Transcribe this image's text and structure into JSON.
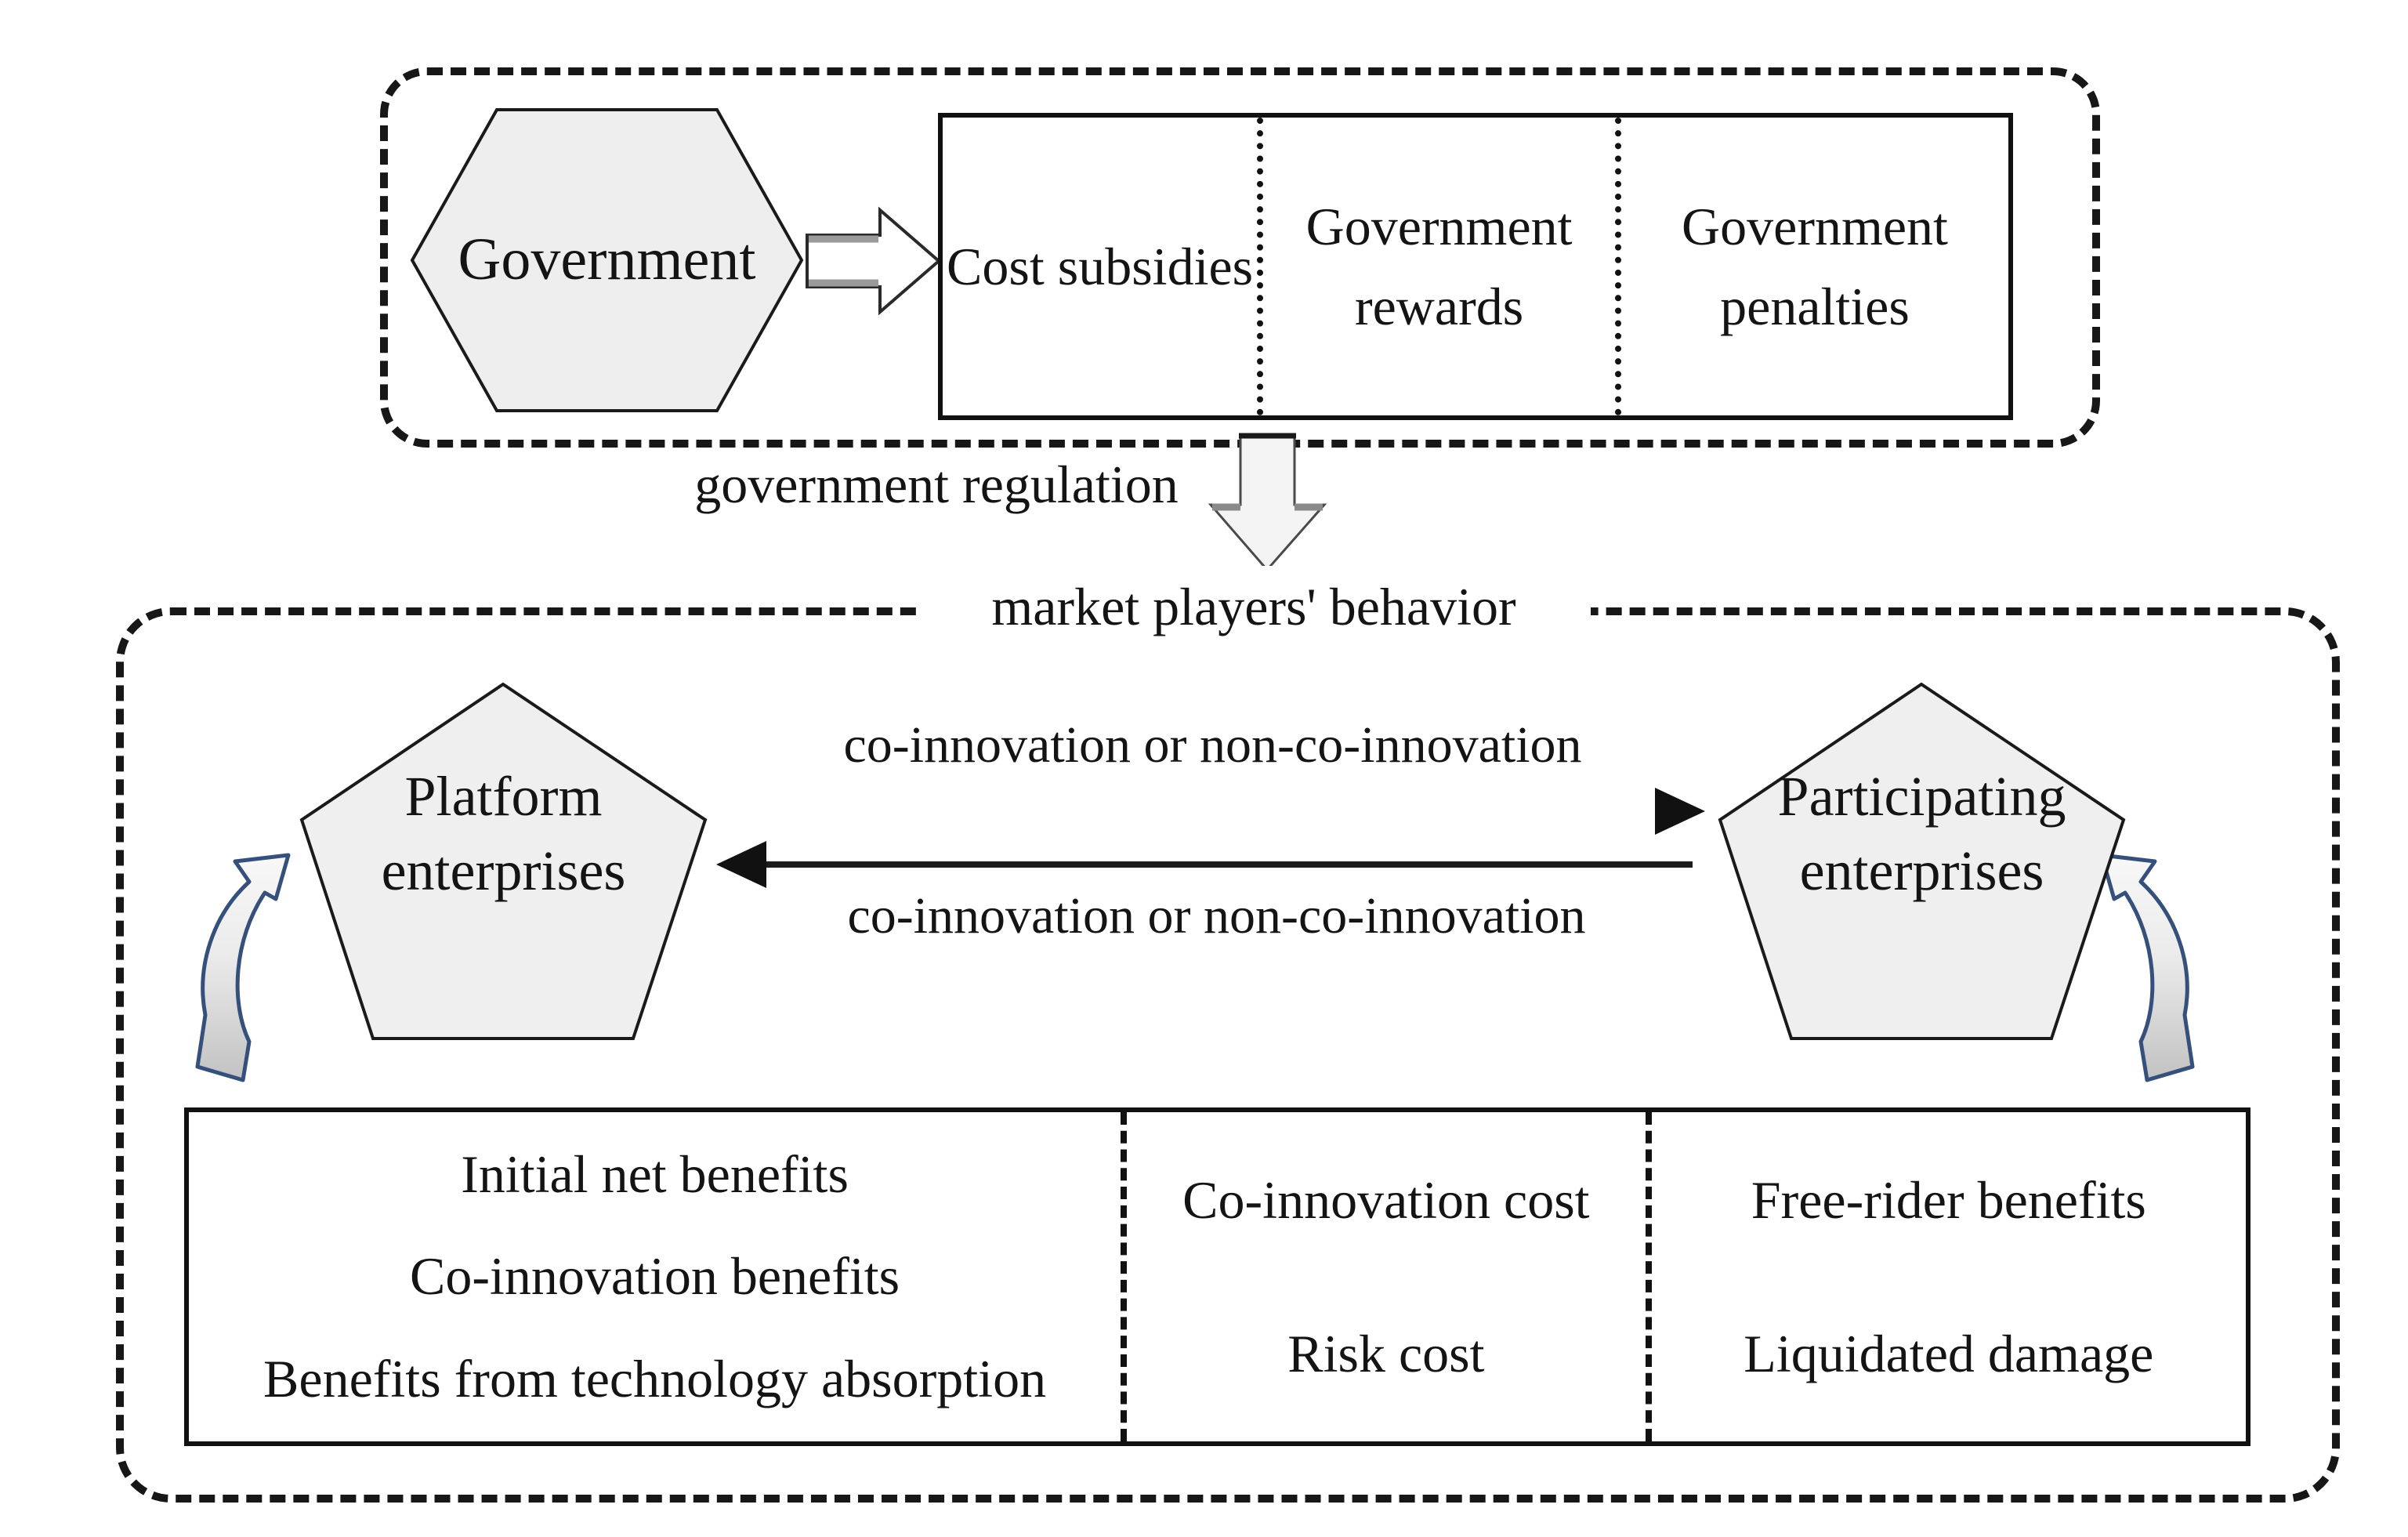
{
  "government_section": {
    "hexagon_label": "Government",
    "policy_box": {
      "items": [
        "Cost subsidies",
        "Government rewards",
        "Government penalties"
      ]
    }
  },
  "labels": {
    "regulation": "government regulation",
    "market_behavior": "market players' behavior"
  },
  "market_section": {
    "platform": {
      "line1": "Platform",
      "line2": "enterprises"
    },
    "participating": {
      "line1": "Participating",
      "line2": "enterprises"
    },
    "arrow_forward_label": "co-innovation or non-co-innovation",
    "arrow_backward_label": "co-innovation or non-co-innovation",
    "payoff_box": {
      "col1": [
        "Initial net benefits",
        "Co-innovation benefits",
        "Benefits from technology absorption"
      ],
      "col2": [
        "Co-innovation cost",
        "Risk cost"
      ],
      "col3": [
        "Free-rider benefits",
        "Liquidated damage"
      ]
    }
  },
  "colors": {
    "shape_fill": "#eeeeee",
    "outline_black": "#1a1a1a",
    "dashed_border": "#171717",
    "outer_frame_gray": "#cbcbcb",
    "curved_arrow_navy": "#35507a",
    "curved_arrow_fill_top": "#f7f7f7",
    "curved_arrow_fill_bottom": "#c2c2c2",
    "block_arrow_fill": "#f4f4f4"
  }
}
